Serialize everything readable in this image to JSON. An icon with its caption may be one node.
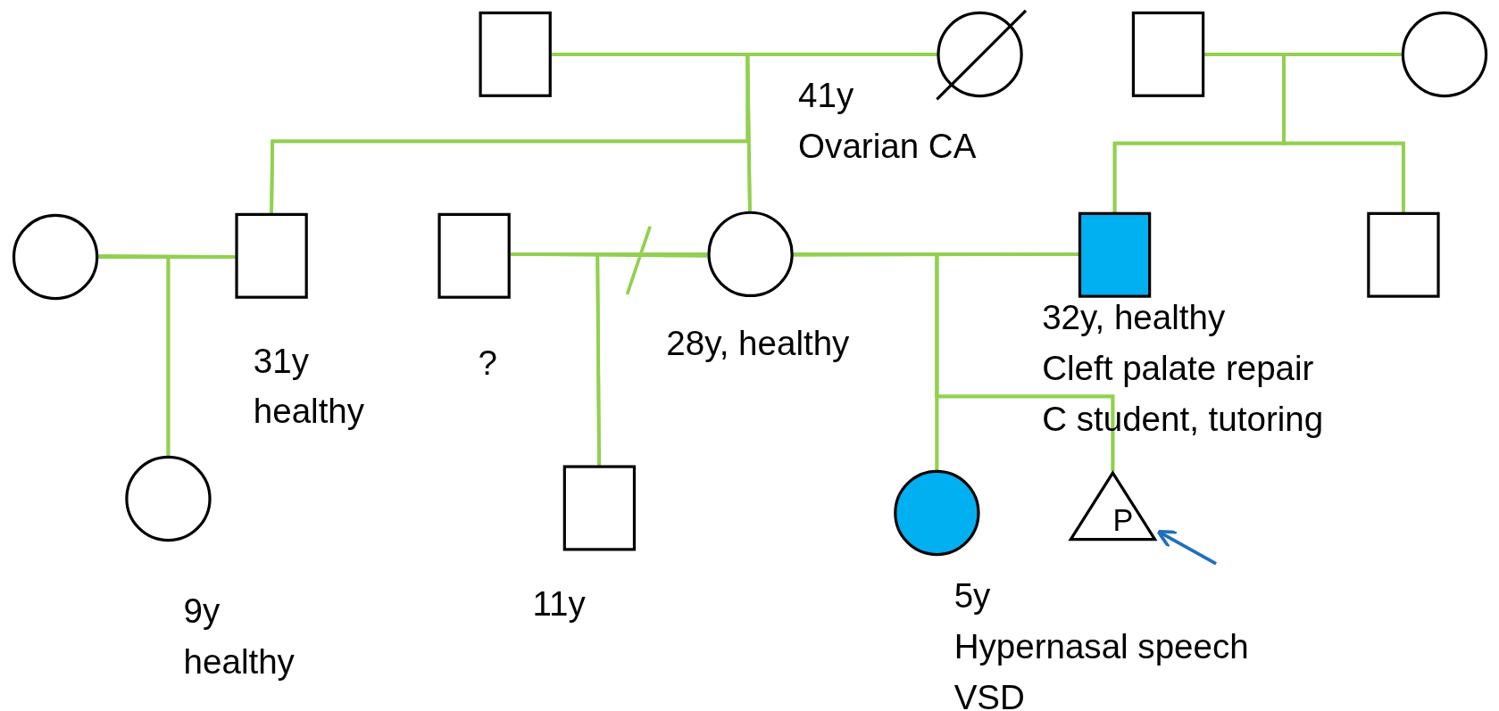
{
  "diagram": {
    "nodes": [
      {
        "text": [],
        "shape": "box"
      },
      {
        "text": [],
        "shape": "circle",
        "beside": [
          "41y",
          "Ovarian CA"
        ]
      },
      {
        "text": [],
        "shape": "box"
      },
      {
        "text": [],
        "shape": "circle"
      },
      {
        "text": [],
        "shape": "circle"
      },
      {
        "text": [],
        "shape": "box",
        "beside": [
          "31y",
          "healthy"
        ]
      },
      {
        "text": [],
        "shape": "box",
        "beside": [
          "?"
        ]
      },
      {
        "text": [],
        "shape": "circle",
        "beside": [
          "28y, healthy"
        ]
      },
      {
        "text": [],
        "shape": "box",
        "beside": [
          "32y, healthy",
          "Cleft palate repair",
          "C student, tutoring"
        ]
      },
      {
        "text": [],
        "shape": "box"
      },
      {
        "text": [],
        "shape": "circle",
        "beside": [
          "9y",
          "healthy"
        ]
      },
      {
        "text": [],
        "shape": "box",
        "beside": [
          "11y"
        ]
      },
      {
        "text": [],
        "shape": "circle",
        "beside": [
          "5y",
          "Hypernasal speech",
          "VSD"
        ]
      },
      {
        "text": [
          "P"
        ]
      }
    ],
    "edges": [
      {
        "from": 0,
        "to": 1,
        "arrow": "none"
      },
      {
        "from": 0,
        "to": 5,
        "arrow": "none"
      },
      {
        "from": 1,
        "to": 5,
        "arrow": "none"
      },
      {
        "from": 0,
        "to": 7,
        "arrow": "none"
      },
      {
        "from": 1,
        "to": 7,
        "arrow": "none"
      },
      {
        "from": 2,
        "to": 3,
        "arrow": "none"
      },
      {
        "from": 2,
        "to": 8,
        "arrow": "none"
      },
      {
        "from": 3,
        "to": 8,
        "arrow": "none"
      },
      {
        "from": 2,
        "to": 9,
        "arrow": "none"
      },
      {
        "from": 3,
        "to": 9,
        "arrow": "none"
      },
      {
        "from": 4,
        "to": 5,
        "arrow": "none"
      },
      {
        "from": 4,
        "to": 10,
        "arrow": "none"
      },
      {
        "from": 5,
        "to": 10,
        "arrow": "none"
      },
      {
        "from": 6,
        "to": 7,
        "arrow": "none"
      },
      {
        "from": 6,
        "to": 11,
        "arrow": "none"
      },
      {
        "from": 7,
        "to": 11,
        "arrow": "none"
      },
      {
        "from": 7,
        "to": 8,
        "arrow": "none"
      },
      {
        "from": 7,
        "to": 12,
        "arrow": "none"
      },
      {
        "from": 8,
        "to": 12,
        "arrow": "none"
      },
      {
        "from": 7,
        "to": 13,
        "arrow": "none"
      },
      {
        "from": 8,
        "to": 13,
        "arrow": "none"
      },
      {
        "from": null,
        "to": 13,
        "arrow": "to",
        "color": "#1f6fbf"
      }
    ]
  }
}
